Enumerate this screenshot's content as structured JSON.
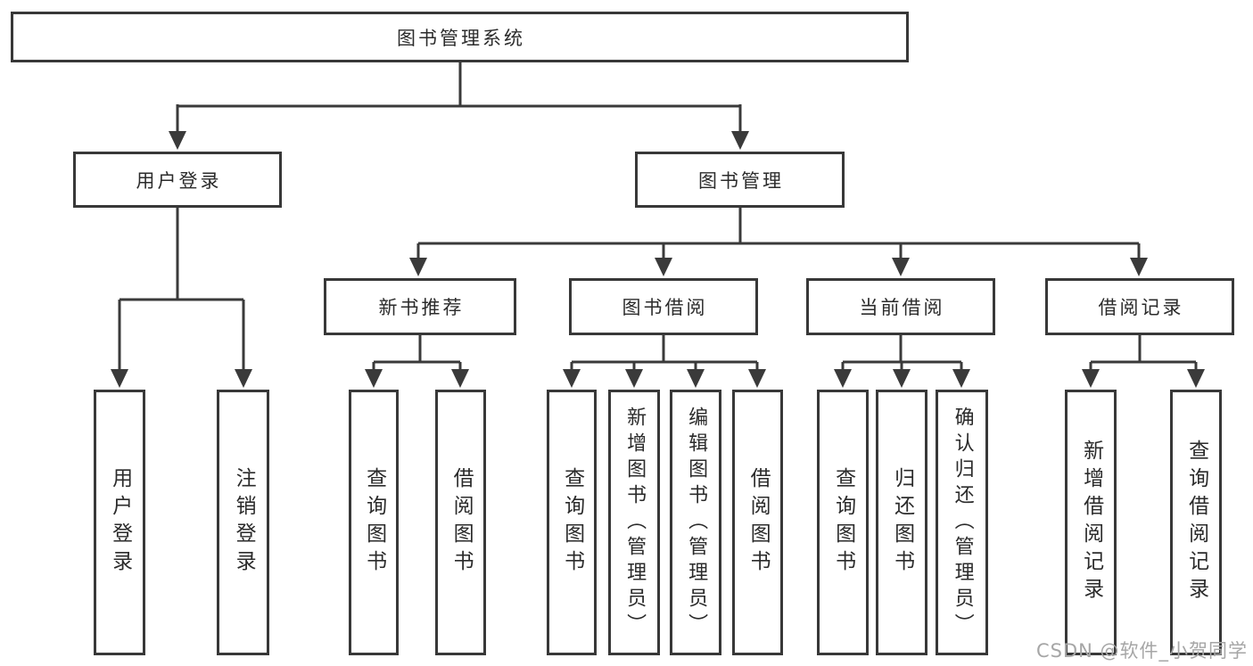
{
  "diagram": {
    "root": {
      "label": "图书管理系统",
      "children": [
        {
          "label": "用户登录",
          "children": [
            {
              "label": "用户登录"
            },
            {
              "label": "注销登录"
            }
          ]
        },
        {
          "label": "图书管理",
          "children": [
            {
              "label": "新书推荐",
              "children": [
                {
                  "label": "查询图书"
                },
                {
                  "label": "借阅图书"
                }
              ]
            },
            {
              "label": "图书借阅",
              "children": [
                {
                  "label": "查询图书"
                },
                {
                  "label": "新增图书（管理员）"
                },
                {
                  "label": "编辑图书（管理员）"
                },
                {
                  "label": "借阅图书"
                }
              ]
            },
            {
              "label": "当前借阅",
              "children": [
                {
                  "label": "查询图书"
                },
                {
                  "label": "归还图书"
                },
                {
                  "label": "确认归还（管理员）"
                }
              ]
            },
            {
              "label": "借阅记录",
              "children": [
                {
                  "label": "新增借阅记录"
                },
                {
                  "label": "查询借阅记录"
                }
              ]
            }
          ]
        }
      ]
    },
    "watermark": "CSDN @软件_小贺同学",
    "colors": {
      "line": "#3a3a3a",
      "box_border": "#383838",
      "box_fill": "#ffffff",
      "text": "#2b2b2b",
      "watermark": "#a6a6a6",
      "background": "#ffffff"
    }
  }
}
